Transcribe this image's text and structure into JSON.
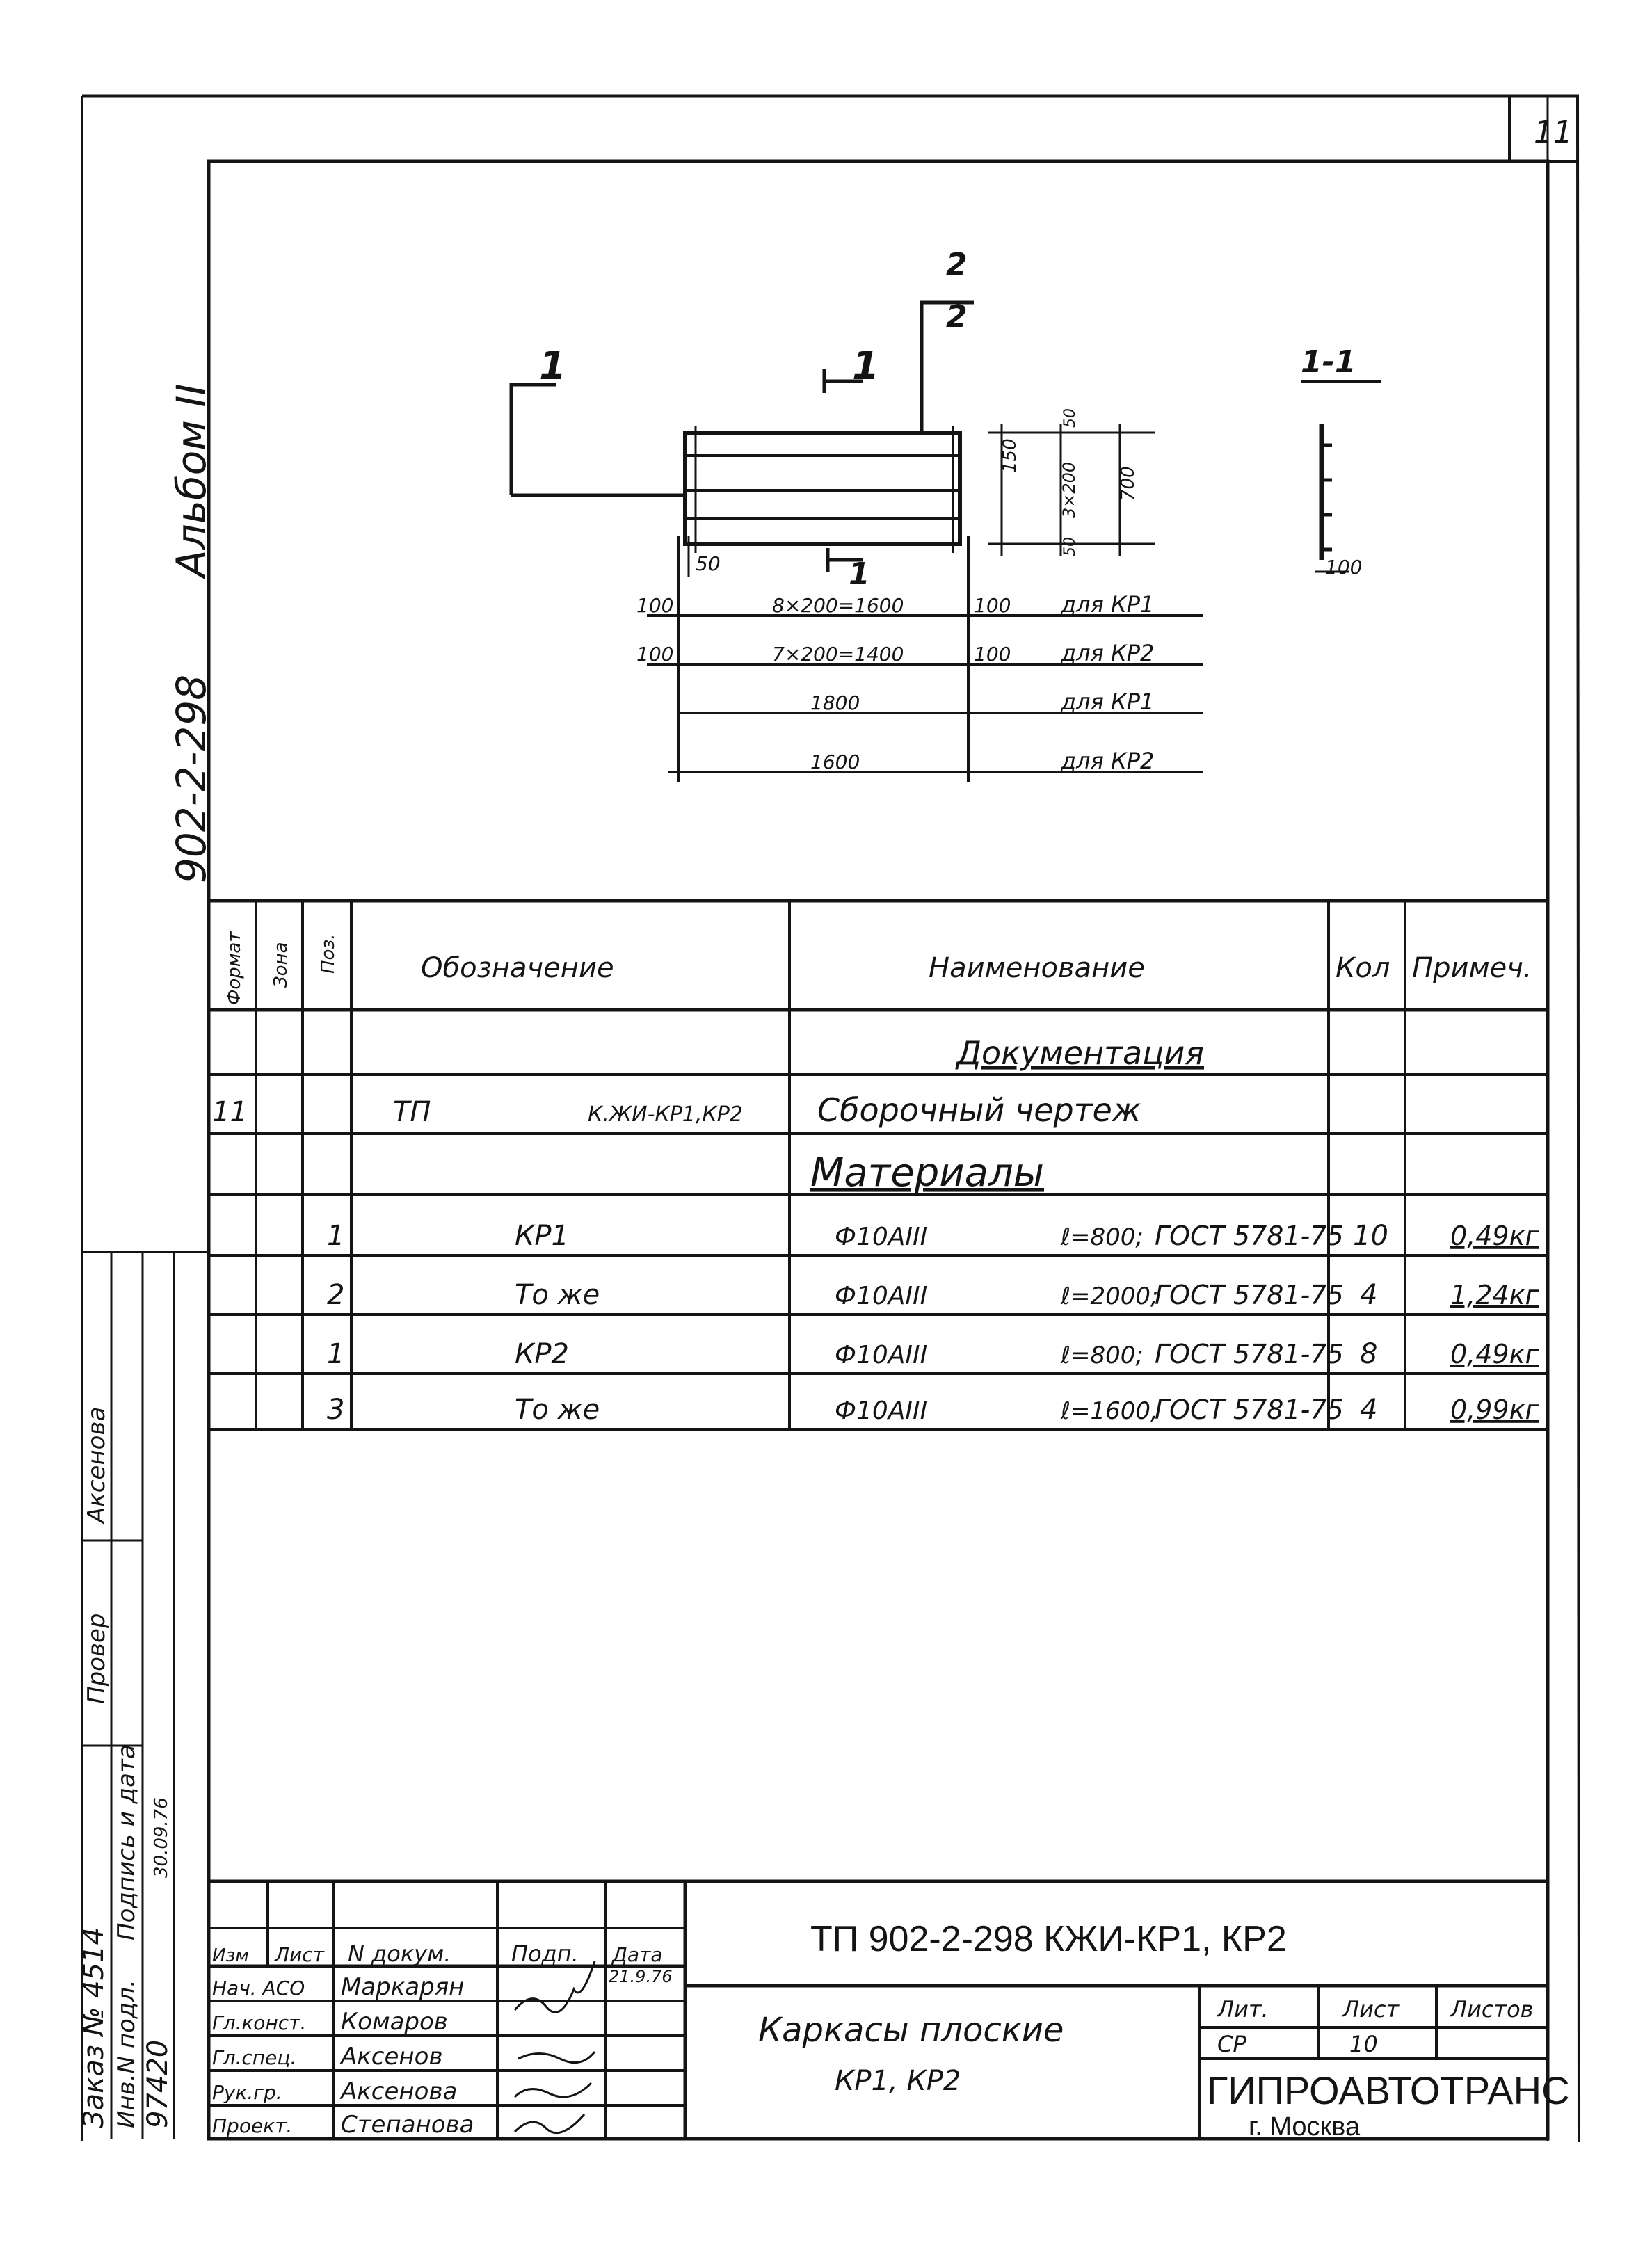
{
  "sheet": {
    "corner_number": "11",
    "album": "Альбом II",
    "project_code": "902-2-298",
    "left_strip": {
      "order_no": "Заказ № 4514",
      "inv_label": "Инв.N подл.",
      "inv_value": "97420",
      "sign_date_label": "Подпись и дата",
      "sign_date_value": "30.09.76",
      "check_label": "Провер",
      "check_name": "Аксенова"
    }
  },
  "drawing": {
    "section_mark": "1",
    "section_mark_right": "2",
    "section_view_label": "1-1",
    "dim_top_150": "150",
    "dim_mid": "3×200",
    "dim_700": "700",
    "dim_50_top": "50",
    "dim_50_bot": "50",
    "dim_left_50": "50",
    "dim_100": "100",
    "rows": [
      {
        "left": "100",
        "text": "8×200=1600",
        "right": "100",
        "note": "для КР1"
      },
      {
        "left": "100",
        "text": "7×200=1400",
        "right": "100",
        "note": "для КР2"
      },
      {
        "text": "1800",
        "note": "для КР1"
      },
      {
        "text": "1600",
        "note": "для КР2"
      }
    ]
  },
  "spec": {
    "headers": {
      "format": "Формат",
      "zone": "Зона",
      "pos": "Поз.",
      "designation": "Обозначение",
      "name": "Наименование",
      "qty": "Кол",
      "note": "Примеч."
    },
    "section_docs": "Документация",
    "doc_row": {
      "format": "11",
      "prefix": "ТП",
      "designation": "К.ЖИ-КР1,КР2",
      "name": "Сборочный чертеж"
    },
    "section_materials": "Материалы",
    "rows": [
      {
        "pos": "1",
        "designation": "КР1",
        "name": "Ф10АIII",
        "len": "ℓ=800;",
        "std": "ГОСТ 5781-75",
        "qty": "10",
        "note": "0,49кг"
      },
      {
        "pos": "2",
        "designation": "То же",
        "name": "Ф10АIII",
        "len": "ℓ=2000;",
        "std": "ГОСТ 5781-75",
        "qty": "4",
        "note": "1,24кг"
      },
      {
        "pos": "1",
        "designation": "КР2",
        "name": "Ф10АIII",
        "len": "ℓ=800;",
        "std": "ГОСТ 5781-75",
        "qty": "8",
        "note": "0,49кг"
      },
      {
        "pos": "3",
        "designation": "То же",
        "name": "Ф10АIII",
        "len": "ℓ=1600,",
        "std": "ГОСТ 5781-75",
        "qty": "4",
        "note": "0,99кг"
      }
    ]
  },
  "title_block": {
    "code": "ТП  902-2-298    КЖИ-КР1, КР2",
    "headers": {
      "izm": "Изм",
      "list": "Лист",
      "doc": "N докум.",
      "sign": "Подп.",
      "date": "Дата"
    },
    "staff": [
      {
        "role": "Нач. АСО",
        "name": "Маркарян",
        "date": "21.9.76"
      },
      {
        "role": "Гл.конст.",
        "name": "Комаров",
        "date": ""
      },
      {
        "role": "Гл.спец.",
        "name": "Аксенов",
        "date": ""
      },
      {
        "role": "Рук.гр.",
        "name": "Аксенова",
        "date": ""
      },
      {
        "role": "Проект.",
        "name": "Степанова",
        "date": ""
      }
    ],
    "title_line1": "Каркасы плоские",
    "title_line2": "КР1, КР2",
    "lit_label": "Лит.",
    "sheet_label": "Лист",
    "sheets_label": "Листов",
    "lit_value": "СР",
    "sheet_value": "10",
    "org": "ГИПРОАВТОТРАНС",
    "city": "г. Москва"
  }
}
